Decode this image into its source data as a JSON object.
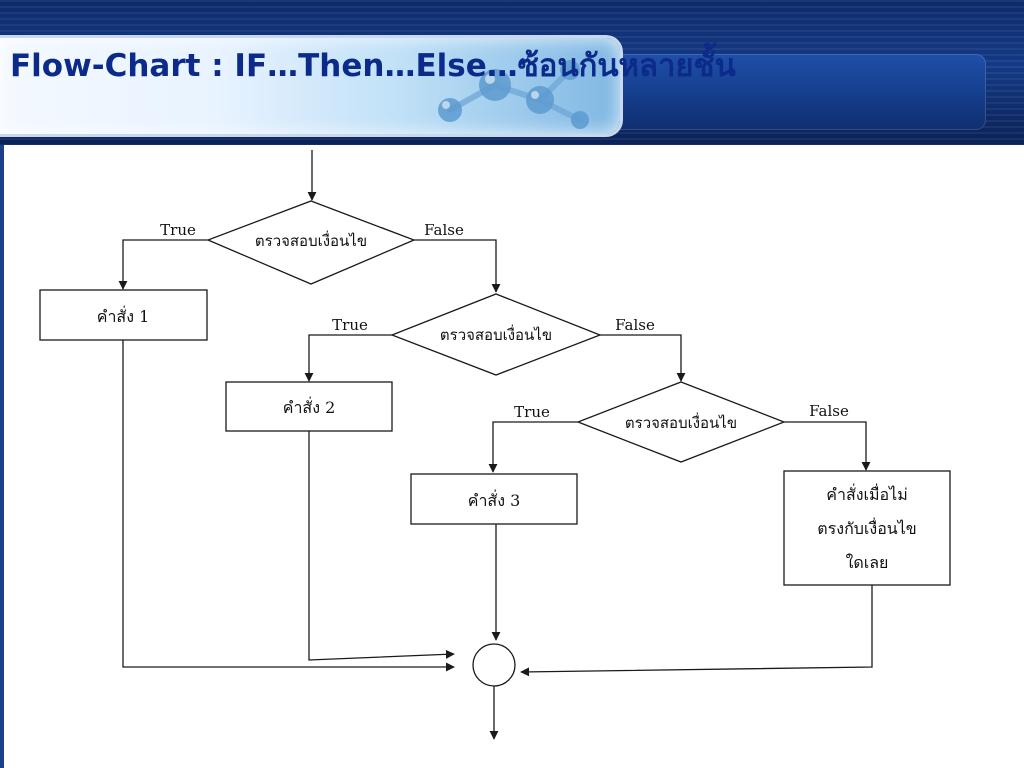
{
  "slide": {
    "title": "Flow-Chart : IF…Then…Else…ซ้อนกันหลายชั้น"
  },
  "colors": {
    "title": "#0b2a8a",
    "header_dark": "#0d2b6b",
    "line": "#1a1a1a"
  },
  "flowchart": {
    "decisions": [
      {
        "id": "d1",
        "label": "ตรวจสอบเงื่อนไข",
        "true_label": "True",
        "false_label": "False"
      },
      {
        "id": "d2",
        "label": "ตรวจสอบเงื่อนไข",
        "true_label": "True",
        "false_label": "False"
      },
      {
        "id": "d3",
        "label": "ตรวจสอบเงื่อนไข",
        "true_label": "True",
        "false_label": "False"
      }
    ],
    "processes": [
      {
        "id": "p1",
        "lines": [
          "คำสั่ง 1"
        ]
      },
      {
        "id": "p2",
        "lines": [
          "คำสั่ง 2"
        ]
      },
      {
        "id": "p3",
        "lines": [
          "คำสั่ง 3"
        ]
      },
      {
        "id": "p4",
        "lines": [
          "คำสั่งเมื่อไม่",
          "ตรงกับเงื่อนไข",
          "ใดเลย"
        ]
      }
    ]
  }
}
